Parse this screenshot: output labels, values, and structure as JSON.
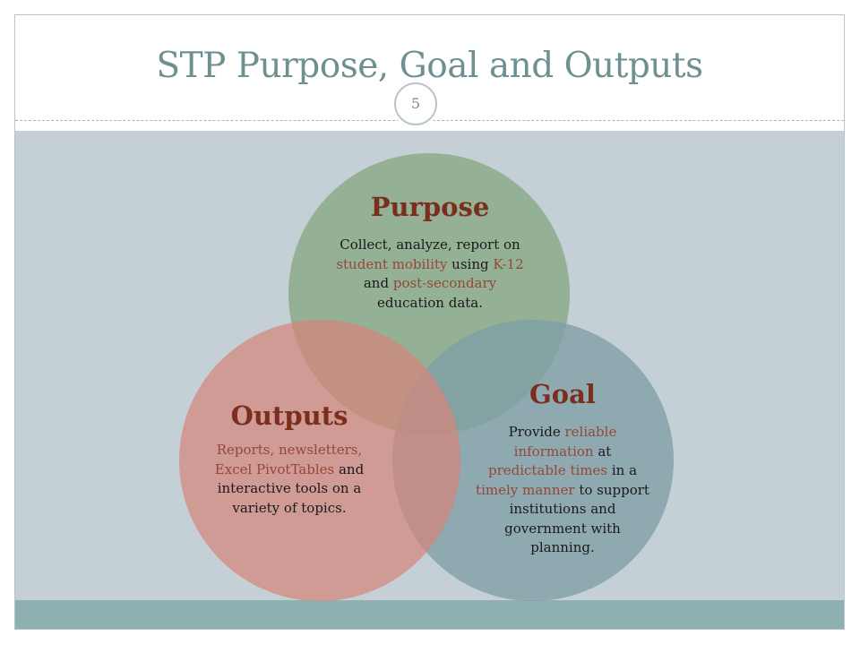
{
  "slide": {
    "title": "STP Purpose, Goal and Outputs",
    "page_number": "5"
  },
  "colors": {
    "title": "#6d9090",
    "content_background": "#c5d0d6",
    "bottom_bar": "#8fb0b0",
    "purpose_circle": "#8fad8f",
    "goal_circle": "#8aa9ad",
    "outputs_circle": "#d6928a",
    "heading": "#7b2e1d",
    "highlight": "#954738"
  },
  "venn": {
    "purpose": {
      "title": "Purpose",
      "text": {
        "t1": "Collect, analyze, report on ",
        "h1": "student mobility",
        "t2": " using ",
        "h2": "K-12",
        "t3": " and ",
        "h3": "post-secondary",
        "t4": " education data."
      }
    },
    "goal": {
      "title": "Goal",
      "text": {
        "t1": "Provide ",
        "h1": "reliable information",
        "t2": " at ",
        "h2": "predictable times",
        "t3": " in a ",
        "h3": "timely manner",
        "t4": " to support institutions and government with planning."
      }
    },
    "outputs": {
      "title": "Outputs",
      "text": {
        "h1": "Reports, newsletters, Excel PivotTables",
        "t1": " and interactive tools on a variety of topics."
      }
    }
  }
}
